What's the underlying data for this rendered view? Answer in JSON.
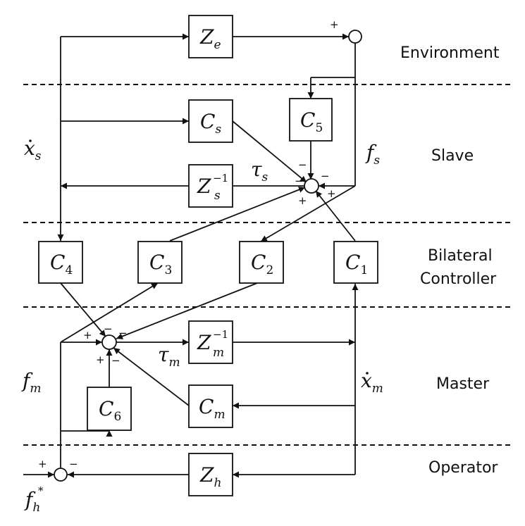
{
  "sections": {
    "environment": "Environment",
    "slave": "Slave",
    "bilateral_1": "Bilateral",
    "bilateral_2": "Controller",
    "master": "Master",
    "operator": "Operator"
  },
  "blocks": {
    "Ze": {
      "main": "Z",
      "sub": "e",
      "sup": ""
    },
    "Cs": {
      "main": "C",
      "sub": "s",
      "sup": ""
    },
    "C5": {
      "main": "C",
      "sub": "5",
      "sup": ""
    },
    "Zs_inv": {
      "main": "Z",
      "sub": "s",
      "sup": "−1"
    },
    "C4": {
      "main": "C",
      "sub": "4",
      "sup": ""
    },
    "C3": {
      "main": "C",
      "sub": "3",
      "sup": ""
    },
    "C2": {
      "main": "C",
      "sub": "2",
      "sup": ""
    },
    "C1": {
      "main": "C",
      "sub": "1",
      "sup": ""
    },
    "Zm_inv": {
      "main": "Z",
      "sub": "m",
      "sup": "−1"
    },
    "C6": {
      "main": "C",
      "sub": "6",
      "sup": ""
    },
    "Cm": {
      "main": "C",
      "sub": "m",
      "sup": ""
    },
    "Zh": {
      "main": "Z",
      "sub": "h",
      "sup": ""
    }
  },
  "signals": {
    "xs_dot": {
      "main": "x",
      "sub": "s"
    },
    "fs": {
      "main": "f",
      "sub": "s"
    },
    "tau_s": {
      "main": "τ",
      "sub": "s"
    },
    "tau_m": {
      "main": "τ",
      "sub": "m"
    },
    "fm": {
      "main": "f",
      "sub": "m"
    },
    "xm_dot": {
      "main": "x",
      "sub": "m"
    },
    "fh_star": {
      "main": "f",
      "sub": "h",
      "sup": "*"
    }
  },
  "signs": {
    "plus": "+",
    "minus": "−"
  }
}
